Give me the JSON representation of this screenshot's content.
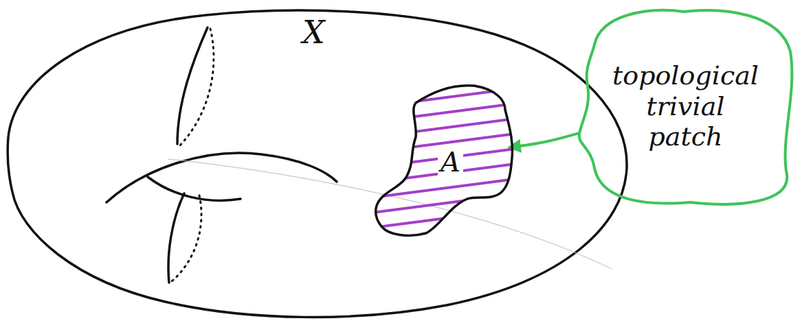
{
  "diagram": {
    "nodes": [
      {
        "text": [
          "X"
        ]
      },
      {
        "text": [
          "A"
        ],
        "in": 0
      },
      {
        "text": [
          "topological trivial patch"
        ]
      }
    ],
    "edges": [
      {
        "from": 2,
        "to": 1,
        "arrow": "to"
      }
    ]
  }
}
